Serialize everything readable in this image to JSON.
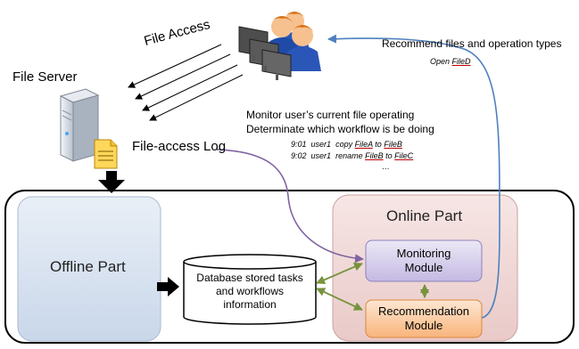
{
  "file_access_label": "File Access",
  "file_server_label": "File Server",
  "file_access_log_label": "File-access Log",
  "recommend": {
    "title": "Recommend files and operation types",
    "op_prefix": "Open",
    "op_file": "FileD"
  },
  "monitor": {
    "line1": "Monitor user’s current file operating",
    "line2": "Determinate which workflow is be doing"
  },
  "log_entries": [
    {
      "time": "9:01",
      "user": "user1",
      "action": "copy",
      "file1": "FileA",
      "sep": "to",
      "file2": "FileB"
    },
    {
      "time": "9:02",
      "user": "user1",
      "action": "rename",
      "file1": "FileB",
      "sep": "to",
      "file2": "FileC"
    }
  ],
  "log_ellipsis": "…",
  "offline_part_label": "Offline Part",
  "online_part_label": "Online Part",
  "database": {
    "line1": "Database stored tasks",
    "line2": "and workflows",
    "line3": "information"
  },
  "monitoring_module": {
    "line1": "Monitoring",
    "line2": "Module"
  },
  "recommendation_module": {
    "line1": "Recommendation",
    "line2": "Module"
  },
  "colors": {
    "offline_fill": "#dce6f2",
    "online_fill": "#f2dcdb",
    "monitoring_fill": "#d9d2ee",
    "recommendation_fill": "#fcd5b5",
    "purple_arrow": "#8064a2",
    "blue_arrow": "#4f81bd",
    "green_arrow": "#77933c",
    "log_underline": "#c00000"
  }
}
